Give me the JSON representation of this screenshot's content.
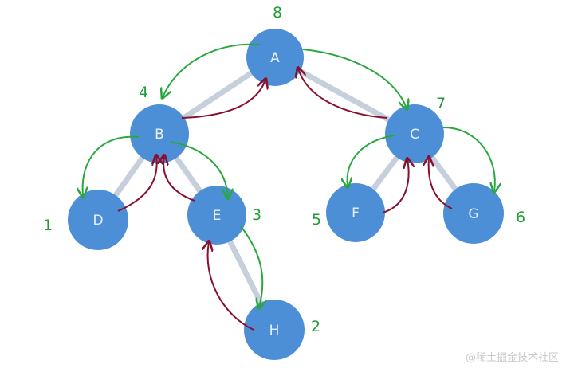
{
  "nodes": [
    {
      "id": "A",
      "label": "A",
      "order": "8"
    },
    {
      "id": "B",
      "label": "B",
      "order": "4"
    },
    {
      "id": "C",
      "label": "C",
      "order": "7"
    },
    {
      "id": "D",
      "label": "D",
      "order": "1"
    },
    {
      "id": "E",
      "label": "E",
      "order": "3"
    },
    {
      "id": "F",
      "label": "F",
      "order": "5"
    },
    {
      "id": "G",
      "label": "G",
      "order": "6"
    },
    {
      "id": "H",
      "label": "H",
      "order": "2"
    }
  ],
  "edges": [
    [
      "A",
      "B"
    ],
    [
      "A",
      "C"
    ],
    [
      "B",
      "D"
    ],
    [
      "B",
      "E"
    ],
    [
      "C",
      "F"
    ],
    [
      "C",
      "G"
    ],
    [
      "E",
      "H"
    ]
  ],
  "colors": {
    "node": "#4d8fd6",
    "descend_arrow": "#2aa83e",
    "return_arrow": "#8a0f2e",
    "order_label": "#1f9d38"
  },
  "watermark": "@稀土掘金技术社区"
}
